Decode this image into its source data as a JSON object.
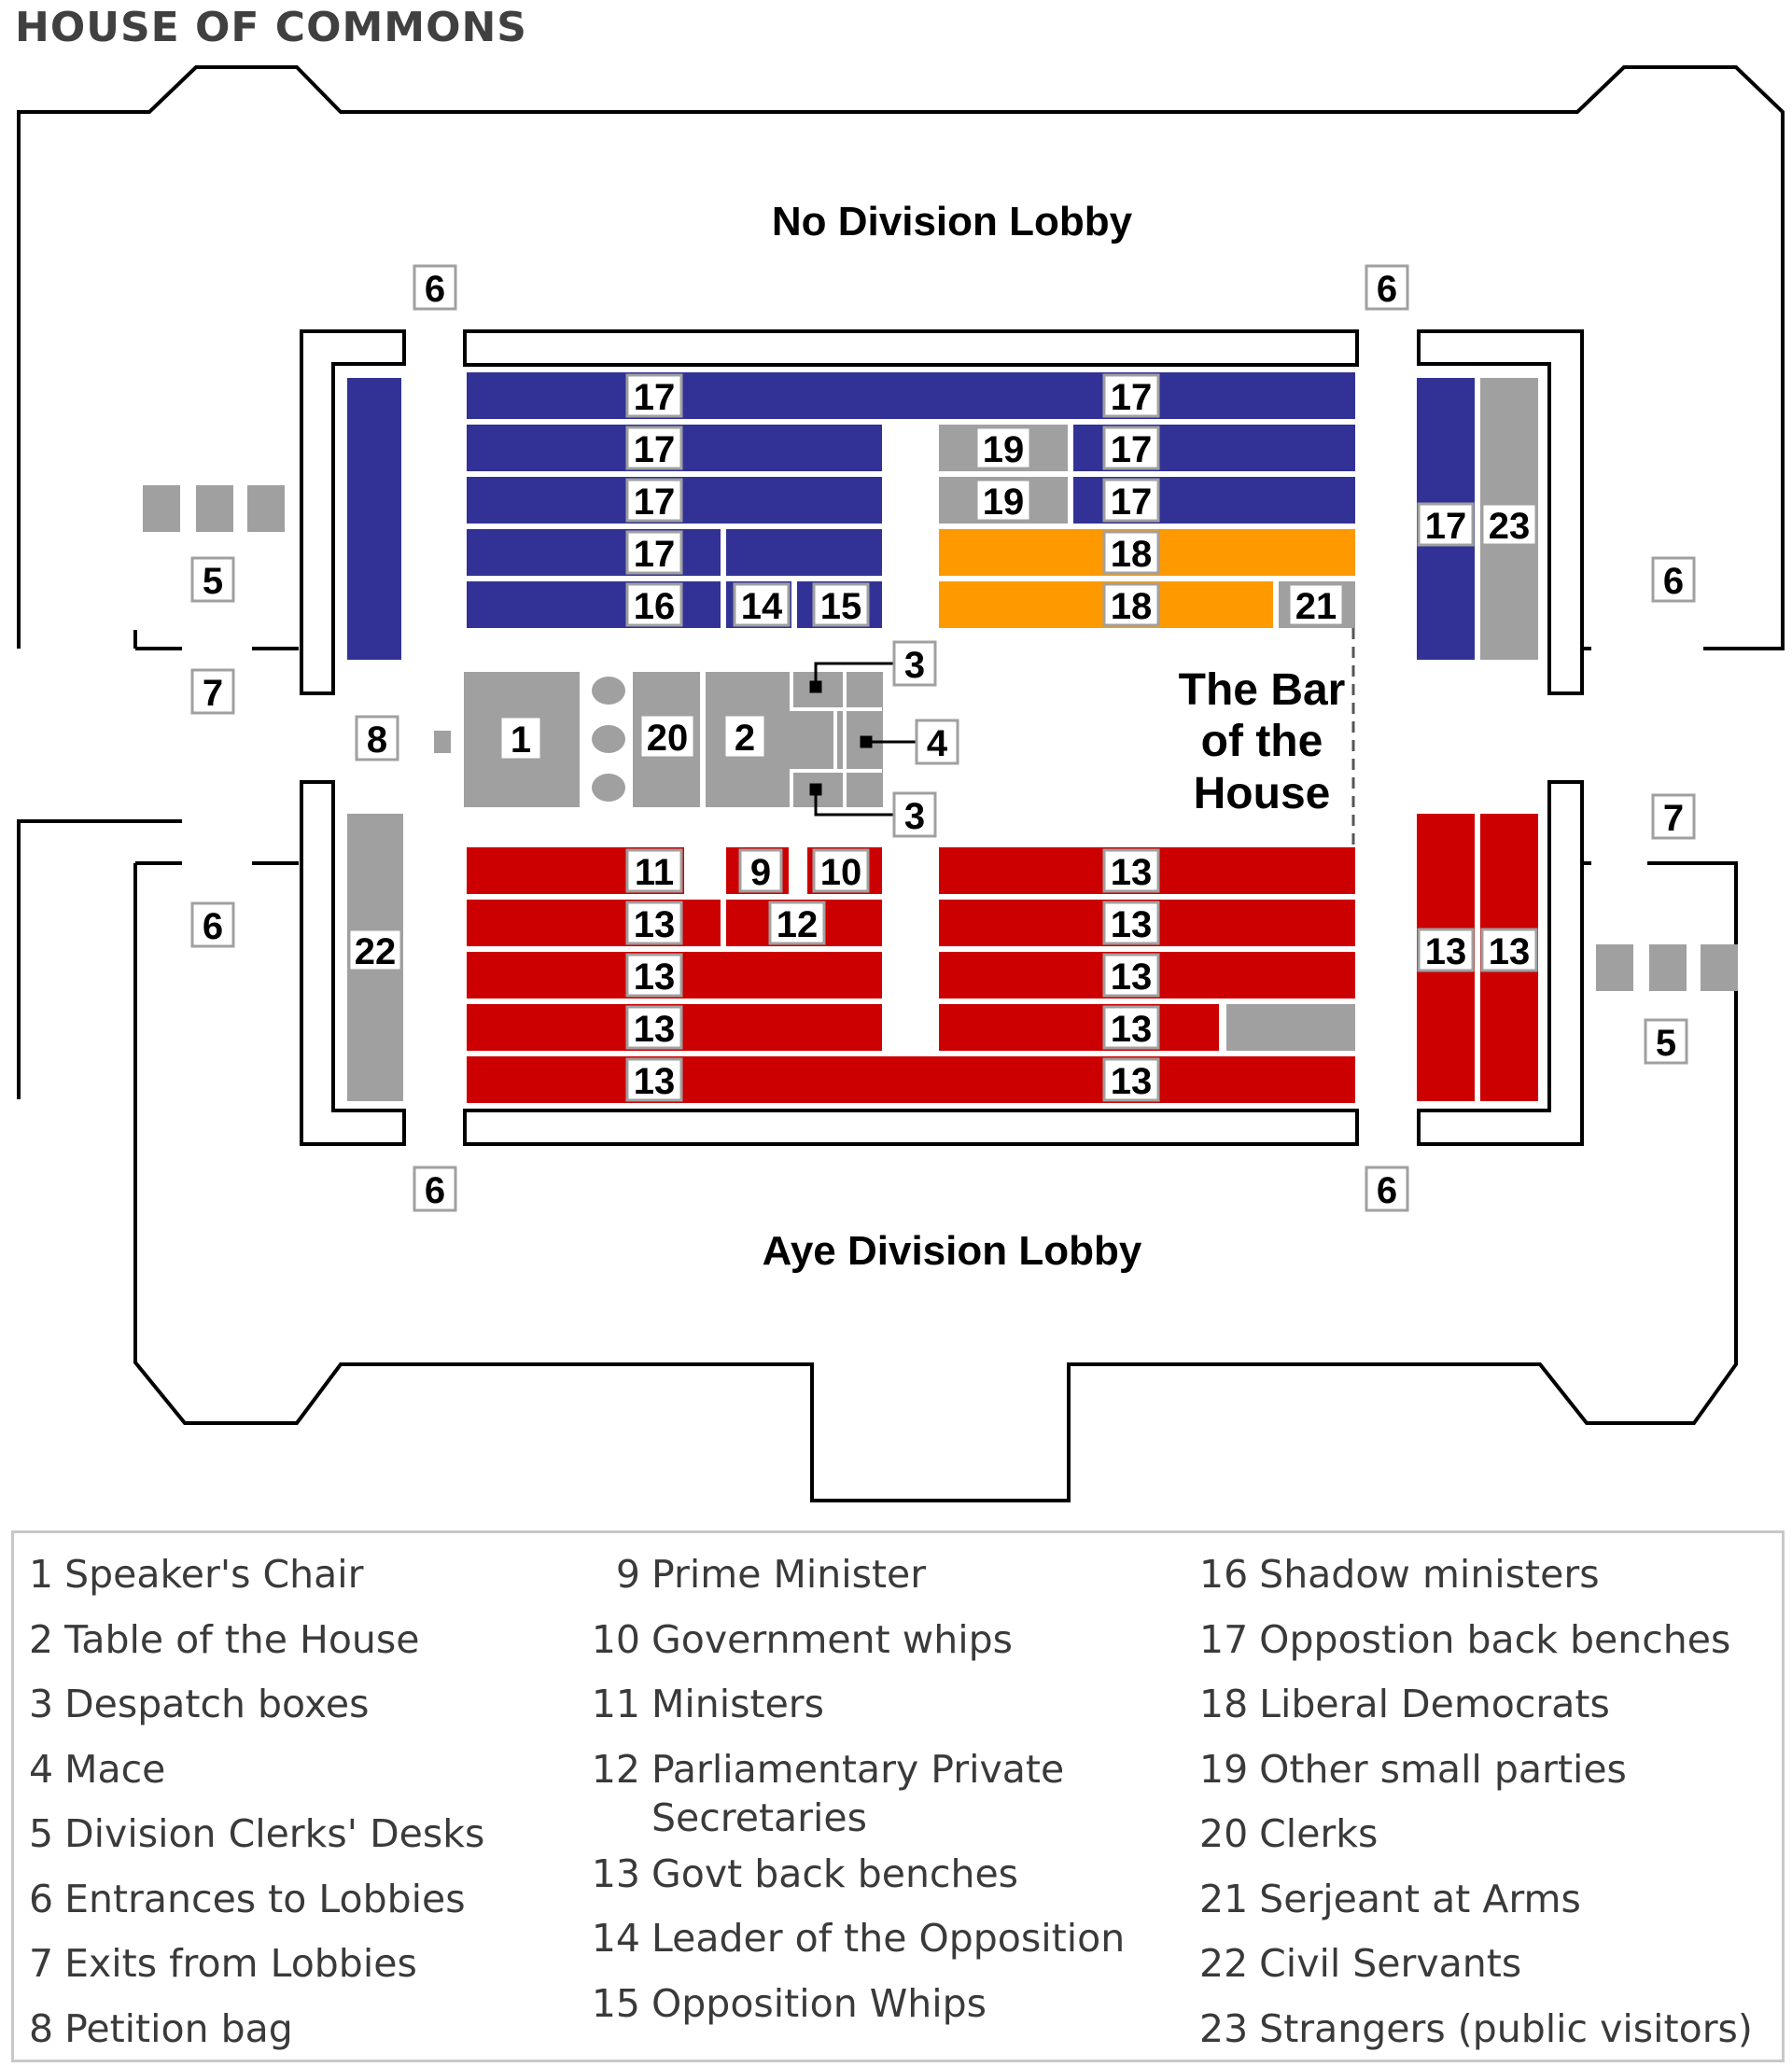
{
  "title": "HOUSE OF COMMONS",
  "labels": {
    "no_lobby": "No Division Lobby",
    "aye_lobby": "Aye Division Lobby",
    "bar_line1": "The Bar",
    "bar_line2": "of the",
    "bar_line3": "House"
  },
  "colors": {
    "opposition": "#323296",
    "government": "#cc0000",
    "libdem": "#ff9900",
    "neutral": "#a0a0a0",
    "outline": "#000000"
  },
  "seat_numbers": {
    "n1": "1",
    "n2": "2",
    "n3": "3",
    "n4": "4",
    "n5": "5",
    "n6": "6",
    "n7": "7",
    "n8": "8",
    "n9": "9",
    "n10": "10",
    "n11": "11",
    "n12": "12",
    "n13": "13",
    "n14": "14",
    "n15": "15",
    "n16": "16",
    "n17": "17",
    "n18": "18",
    "n19": "19",
    "n20": "20",
    "n21": "21",
    "n22": "22",
    "n23": "23"
  },
  "legend": {
    "columns": [
      [
        {
          "num": "1",
          "text": "Speaker's Chair"
        },
        {
          "num": "2",
          "text": "Table of the House"
        },
        {
          "num": "3",
          "text": "Despatch boxes"
        },
        {
          "num": "4",
          "text": "Mace"
        },
        {
          "num": "5",
          "text": "Division Clerks' Desks"
        },
        {
          "num": "6",
          "text": "Entrances to Lobbies"
        },
        {
          "num": "7",
          "text": "Exits from Lobbies"
        },
        {
          "num": "8",
          "text": "Petition bag"
        }
      ],
      [
        {
          "num": "9",
          "text": "Prime Minister"
        },
        {
          "num": "10",
          "text": "Government whips"
        },
        {
          "num": "11",
          "text": "Ministers"
        },
        {
          "num": "12",
          "text": "Parliamentary Private\nSecretaries"
        },
        {
          "num": "13",
          "text": "Govt back benches"
        },
        {
          "num": "14",
          "text": "Leader of the Opposition"
        },
        {
          "num": "15",
          "text": "Opposition Whips"
        }
      ],
      [
        {
          "num": "16",
          "text": "Shadow ministers"
        },
        {
          "num": "17",
          "text": "Oppostion back benches"
        },
        {
          "num": "18",
          "text": "Liberal Democrats"
        },
        {
          "num": "19",
          "text": "Other small parties"
        },
        {
          "num": "20",
          "text": "Clerks"
        },
        {
          "num": "21",
          "text": "Serjeant at Arms"
        },
        {
          "num": "22",
          "text": "Civil Servants"
        },
        {
          "num": "23",
          "text": "Strangers (public visitors)"
        }
      ]
    ]
  }
}
